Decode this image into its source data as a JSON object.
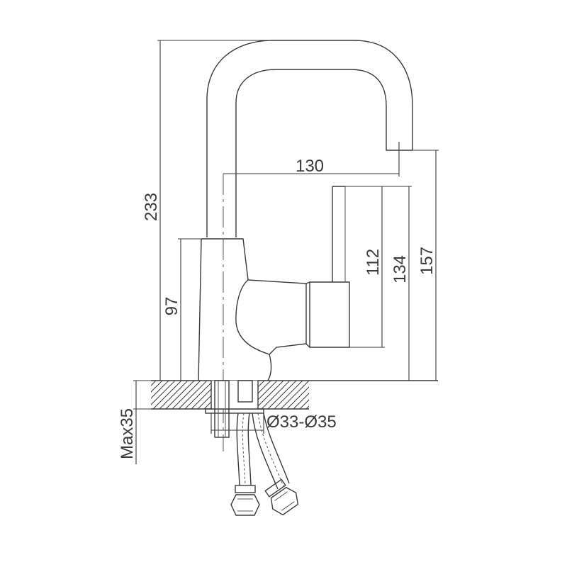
{
  "dimensions": {
    "total_height": "233",
    "spout_reach": "130",
    "body_height": "97",
    "handle_112": "112",
    "handle_134": "134",
    "spout_height": "157",
    "mount_diameter": "Ø33-Ø35",
    "max_thickness": "Max35"
  },
  "colors": {
    "line": "#3a3a3a",
    "background": "#ffffff"
  }
}
